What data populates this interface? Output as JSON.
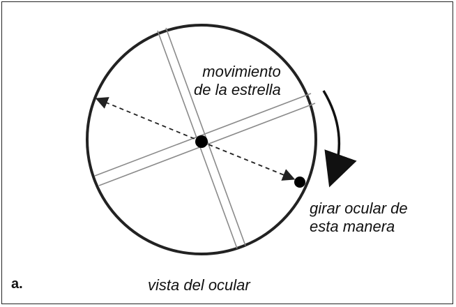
{
  "figure": {
    "panel_letter": "a.",
    "caption": "vista del ocular",
    "star_motion_label": {
      "line1": "movimiento",
      "line2": "de la estrella"
    },
    "rotate_label": {
      "line1": "girar ocular de",
      "line2": "esta manera"
    }
  },
  "colors": {
    "ink": "#222222",
    "crosshair": "#8a8a8a",
    "background": "#ffffff"
  },
  "icons": {
    "rotation_arrow": "curved-arrow-down-icon",
    "star": "star-dot-icon",
    "center": "center-dot-icon"
  }
}
